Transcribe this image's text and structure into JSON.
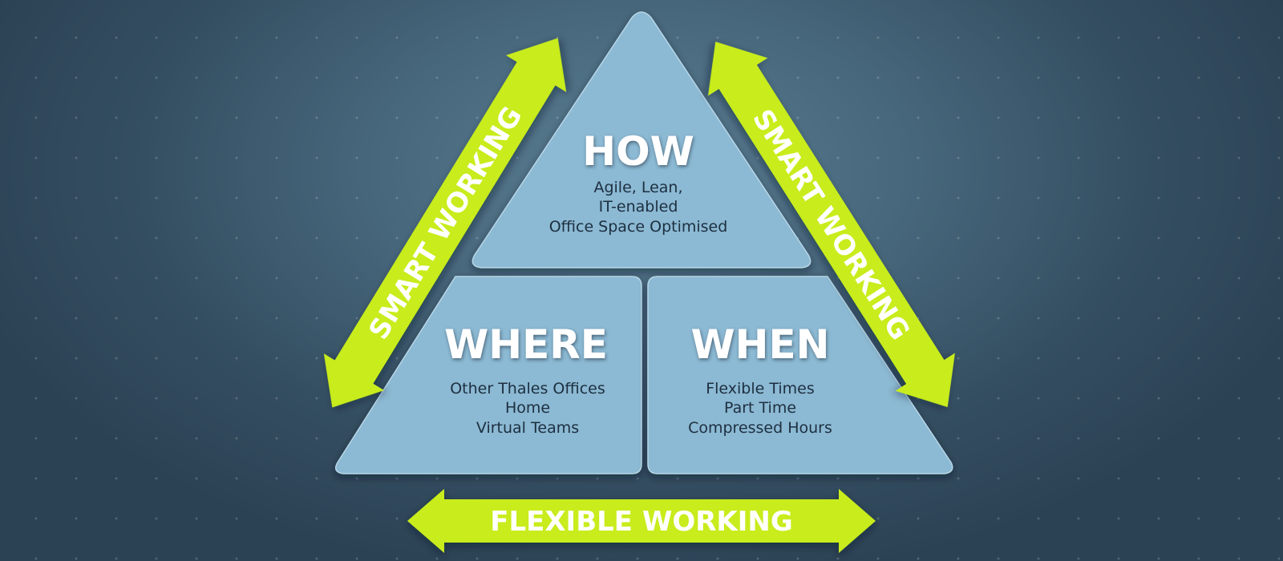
{
  "background_color": "#3b566a",
  "panel_color": "#8cb9d3",
  "arrow_color": "#c8ec1c",
  "arrows": {
    "left": {
      "label": "SMART WORKING"
    },
    "right": {
      "label": "SMART WORKING"
    },
    "bottom": {
      "label": "FLEXIBLE WORKING"
    }
  },
  "sections": {
    "how": {
      "heading": "HOW",
      "lines": [
        "Agile, Lean,",
        "IT-enabled",
        "Office Space Optimised"
      ]
    },
    "where": {
      "heading": "WHERE",
      "lines": [
        "Other Thales Offices",
        "Home",
        "Virtual Teams"
      ]
    },
    "when": {
      "heading": "WHEN",
      "lines": [
        "Flexible Times",
        "Part Time",
        "Compressed Hours"
      ]
    }
  }
}
